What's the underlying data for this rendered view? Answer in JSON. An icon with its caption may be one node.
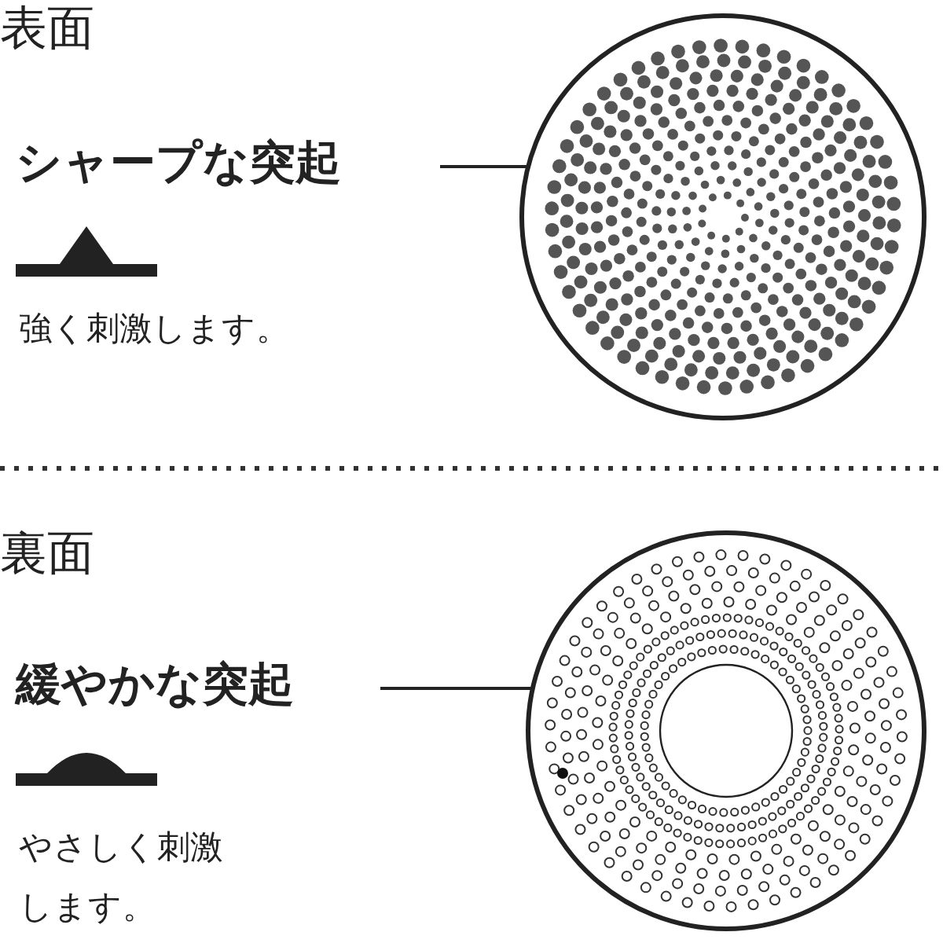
{
  "diagram": {
    "nodes": [
      {
        "text": [
          "シャープな突起"
        ]
      },
      {
        "text": [],
        "shape": "picture"
      },
      {
        "text": [
          "緩やかな突起"
        ]
      },
      {
        "text": [],
        "shape": "picture"
      }
    ],
    "edges": [
      {
        "from": 0,
        "to": 1,
        "arrow": "none"
      },
      {
        "from": 2,
        "to": 3,
        "arrow": "none"
      }
    ],
    "labels": [
      "表面",
      "強く刺激します。",
      "裏面",
      "やさしく刺激します。"
    ]
  }
}
